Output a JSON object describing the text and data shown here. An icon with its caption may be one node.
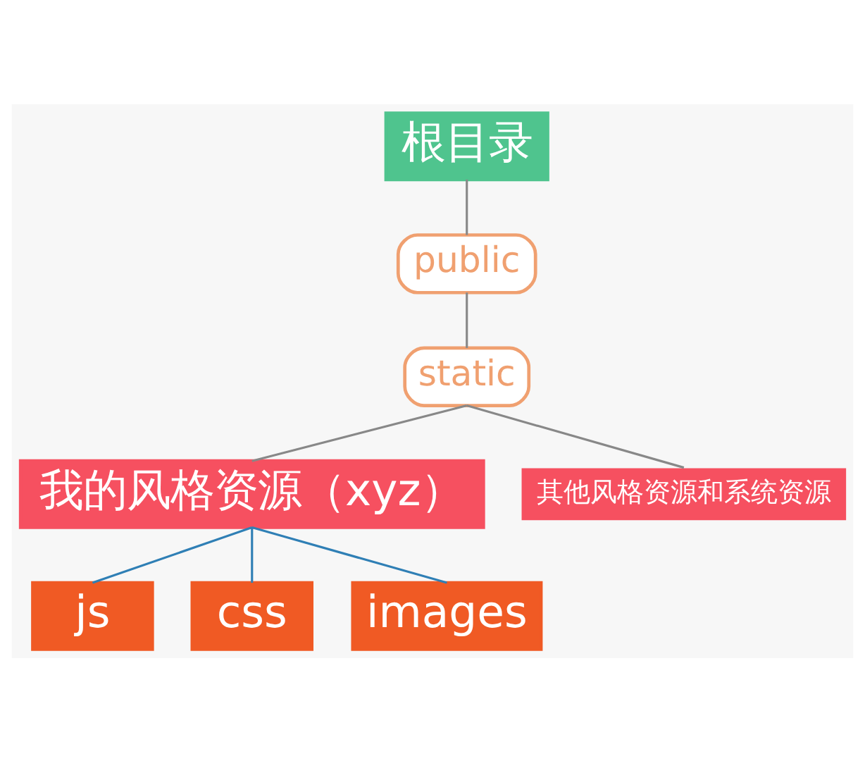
{
  "diagram": {
    "nodes": [
      {
        "text": [
          "根目录"
        ]
      },
      {
        "text": [
          "public"
        ]
      },
      {
        "text": [
          "static"
        ]
      },
      {
        "text": [
          "我的风格资源（xyz）"
        ]
      },
      {
        "text": [
          "其他风格资源和系统资源"
        ]
      },
      {
        "text": [
          "js"
        ]
      },
      {
        "text": [
          "css"
        ]
      },
      {
        "text": [
          "images"
        ]
      }
    ],
    "edges": [
      {
        "from": 0,
        "to": 1,
        "arrow": "none"
      },
      {
        "from": 1,
        "to": 2,
        "arrow": "none"
      },
      {
        "from": 2,
        "to": 3,
        "arrow": "none"
      },
      {
        "from": 2,
        "to": 4,
        "arrow": "none"
      },
      {
        "from": 3,
        "to": 5,
        "arrow": "none",
        "color": "#2f7fb5"
      },
      {
        "from": 3,
        "to": 6,
        "arrow": "none",
        "color": "#2f7fb5"
      },
      {
        "from": 3,
        "to": 7,
        "arrow": "none",
        "color": "#2f7fb5"
      }
    ]
  }
}
